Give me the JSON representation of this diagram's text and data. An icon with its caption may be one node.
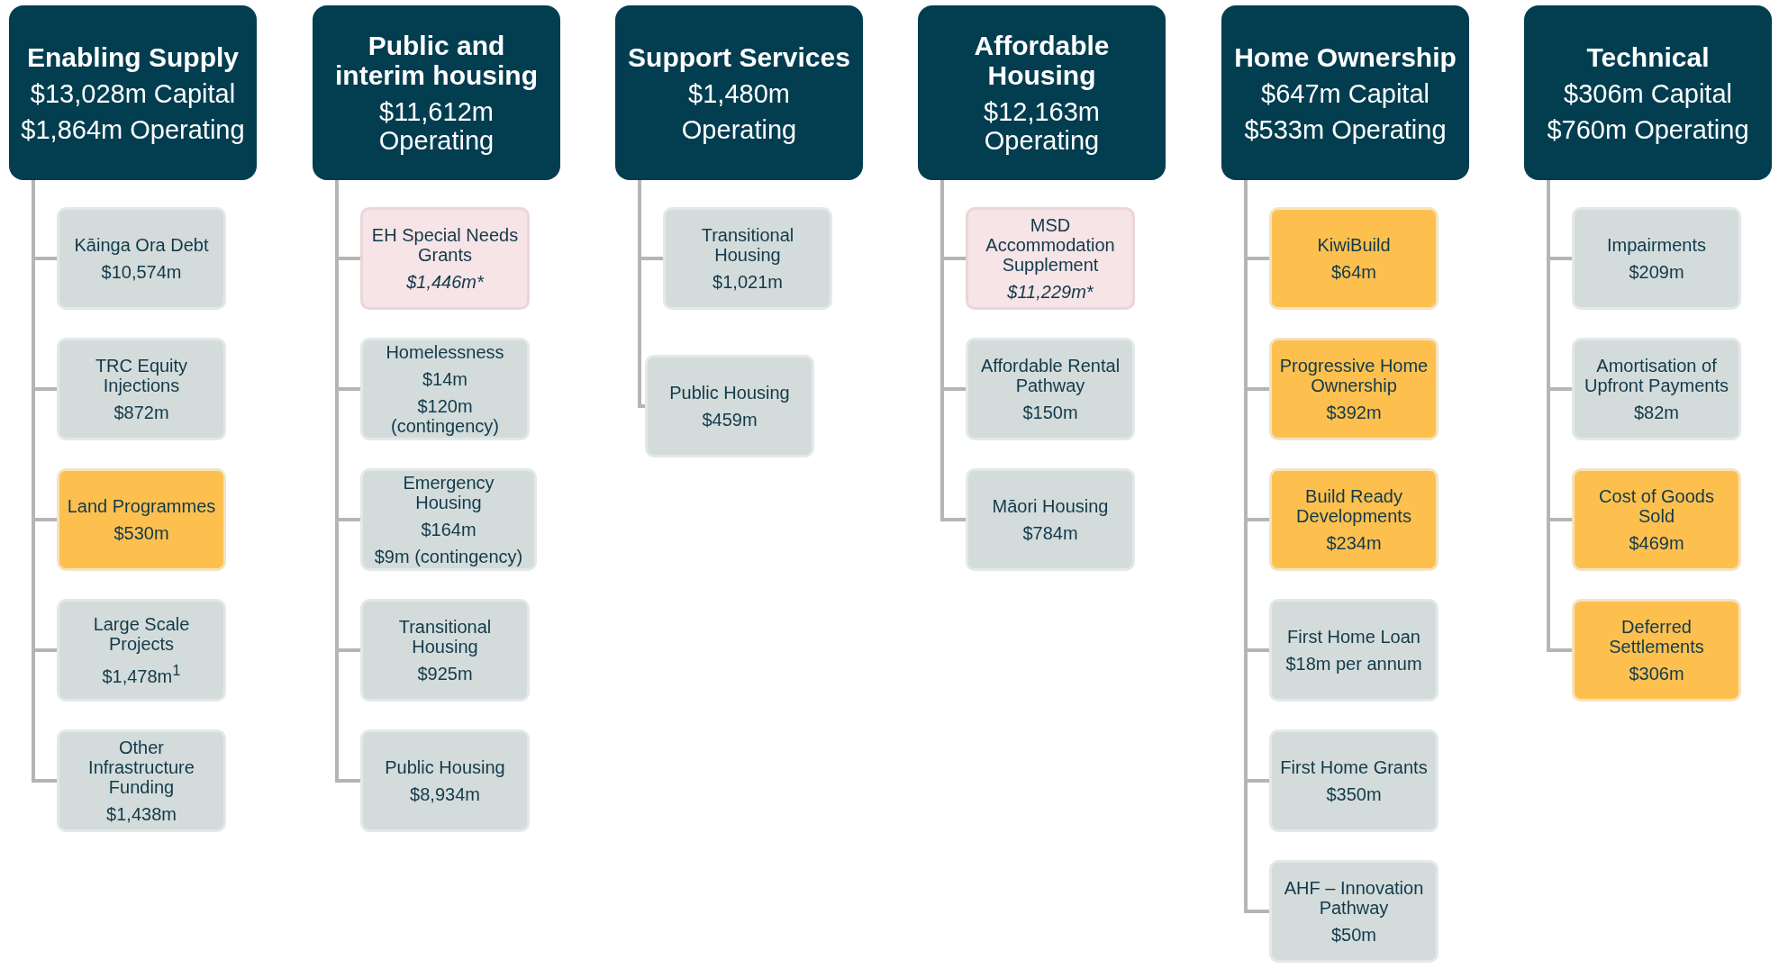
{
  "diagram": {
    "nodes": [
      {
        "text": [
          "Enabling Supply",
          "$13,028m Capital",
          "$1,864m Operating"
        ]
      },
      {
        "text": [
          "Kāinga Ora Debt",
          "$10,574m"
        ]
      },
      {
        "text": [
          "TRC Equity Injections",
          "$872m"
        ]
      },
      {
        "text": [
          "Land Programmes",
          "$530m"
        ]
      },
      {
        "text": [
          "Large Scale Projects",
          "$1,478m$^{1}$"
        ]
      },
      {
        "text": [
          "Other Infrastructure Funding",
          "$1,438m"
        ]
      },
      {
        "text": [
          "Public and interim housing",
          "$11,612m Operating"
        ]
      },
      {
        "text": [
          "EH Special Needs Grants",
          "$1,446m*"
        ]
      },
      {
        "text": [
          "Homelessness",
          "$14m",
          "$120m (contingency)"
        ]
      },
      {
        "text": [
          "Emergency Housing",
          "$164m",
          "$9m (contingency)"
        ]
      },
      {
        "text": [
          "Transitional Housing",
          "$925m"
        ]
      },
      {
        "text": [
          "Public Housing",
          "$8,934m"
        ]
      },
      {
        "text": [
          "Support Services",
          "$1,480m",
          "Operating"
        ]
      },
      {
        "text": [
          "Transitional Housing",
          "$1,021m"
        ]
      },
      {
        "text": [
          "Public Housing",
          "$459m"
        ]
      },
      {
        "text": [
          "Affordable Housing",
          "$12,163m Operating"
        ]
      },
      {
        "text": [
          "MSD Accommodation Supplement",
          "$11,229m*"
        ]
      },
      {
        "text": [
          "Affordable Rental Pathway",
          "$150m"
        ]
      },
      {
        "text": [
          "Māori Housing",
          "$784m"
        ]
      },
      {
        "text": [
          "Home Ownership",
          "$647m Capital",
          "$533m Operating"
        ]
      },
      {
        "text": [
          "KiwiBuild",
          "$64m"
        ]
      },
      {
        "text": [
          "Progressive Home Ownership",
          "$392m"
        ]
      },
      {
        "text": [
          "Build Ready Developments",
          "$234m"
        ]
      },
      {
        "text": [
          "First Home Loan",
          "$18m per annum"
        ]
      },
      {
        "text": [
          "First Home Grants",
          "$350m"
        ]
      },
      {
        "text": [
          "AHF – Innovation Pathway",
          "$50m"
        ]
      },
      {
        "text": [
          "Technical",
          "$306m Capital",
          "$760m Operating"
        ]
      },
      {
        "text": [
          "Impairments",
          "$209m"
        ]
      },
      {
        "text": [
          "Amortisation of Upfront Payments",
          "$82m"
        ]
      },
      {
        "text": [
          "Cost of Goods Sold",
          "$469m"
        ]
      },
      {
        "text": [
          "Deferred Settlements",
          "$306m"
        ]
      }
    ],
    "edges": [
      {
        "from": 0,
        "to": 1,
        "arrow": "none"
      },
      {
        "from": 0,
        "to": 2,
        "arrow": "none"
      },
      {
        "from": 0,
        "to": 3,
        "arrow": "none"
      },
      {
        "from": 0,
        "to": 4,
        "arrow": "none"
      },
      {
        "from": 0,
        "to": 5,
        "arrow": "none"
      },
      {
        "from": 6,
        "to": 7,
        "arrow": "none"
      },
      {
        "from": 6,
        "to": 8,
        "arrow": "none"
      },
      {
        "from": 6,
        "to": 9,
        "arrow": "none"
      },
      {
        "from": 6,
        "to": 10,
        "arrow": "none"
      },
      {
        "from": 6,
        "to": 11,
        "arrow": "none"
      },
      {
        "from": 12,
        "to": 13,
        "arrow": "none"
      },
      {
        "from": 12,
        "to": 14,
        "arrow": "none"
      },
      {
        "from": 15,
        "to": 16,
        "arrow": "none"
      },
      {
        "from": 15,
        "to": 17,
        "arrow": "none"
      },
      {
        "from": 15,
        "to": 18,
        "arrow": "none"
      },
      {
        "from": 19,
        "to": 20,
        "arrow": "none"
      },
      {
        "from": 19,
        "to": 21,
        "arrow": "none"
      },
      {
        "from": 19,
        "to": 22,
        "arrow": "none"
      },
      {
        "from": 19,
        "to": 23,
        "arrow": "none"
      },
      {
        "from": 19,
        "to": 24,
        "arrow": "none"
      },
      {
        "from": 19,
        "to": 25,
        "arrow": "none"
      },
      {
        "from": 26,
        "to": 27,
        "arrow": "none"
      },
      {
        "from": 26,
        "to": 28,
        "arrow": "none"
      },
      {
        "from": 26,
        "to": 29,
        "arrow": "none"
      },
      {
        "from": 26,
        "to": 30,
        "arrow": "none"
      }
    ]
  }
}
